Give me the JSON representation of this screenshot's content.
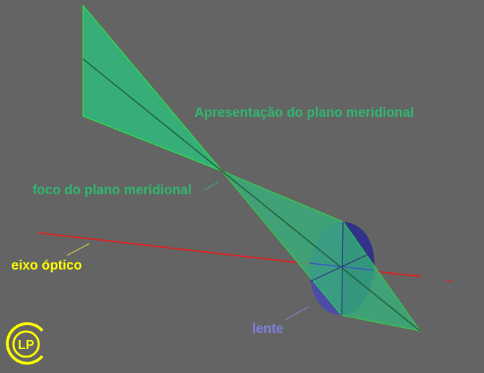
{
  "labels": {
    "meridional_plane": "Apresentação do plano meridional",
    "meridional_focus": "foco do plano meridional",
    "optical_axis": "eixo óptico",
    "lens": "lente"
  },
  "logo": {
    "text": "LP"
  },
  "colors": {
    "background": "#646464",
    "plane_fill": "#35b37a",
    "plane_edge": "#2fe04a",
    "center_ray": "#1d5a35",
    "optical_axis": "#e02020",
    "lens_front": "#4d4ca6",
    "lens_back": "#2f2f8a",
    "label_green": "#2fb86e",
    "label_yellow": "#ffff00",
    "label_lens": "#7f7fe6"
  }
}
